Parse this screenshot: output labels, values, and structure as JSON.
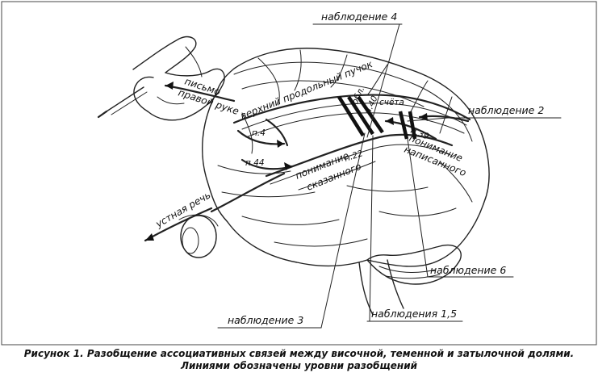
{
  "labels": {
    "obs4": "наблюдение 4",
    "obs2": "наблюдение 2",
    "obs6": "наблюдение 6",
    "obs3": "наблюдение 3",
    "obs15": "наблюдения 1,5",
    "writing_l1": "письмо",
    "writing_l2": "правой руке",
    "fasciculus": "верхний продольный пучок",
    "field4": "п.4",
    "field44": "п.44",
    "understand_spoken_l1": "понимание",
    "understand_spoken_l2": "сказанного",
    "field22": "п.22",
    "field40_l1": "обл.",
    "field40_l2": "п.40",
    "counting": "счёта",
    "field39": "п.39",
    "understand_written_l1": "понимание",
    "understand_written_l2": "написанного",
    "oral_speech": "устная речь"
  },
  "caption": {
    "line1": "Рисунок 1. Разобщение ассоциативных связей между височной, теменной и затылочной долями.",
    "line2": "Линиями обозначены уровни разобщений"
  }
}
